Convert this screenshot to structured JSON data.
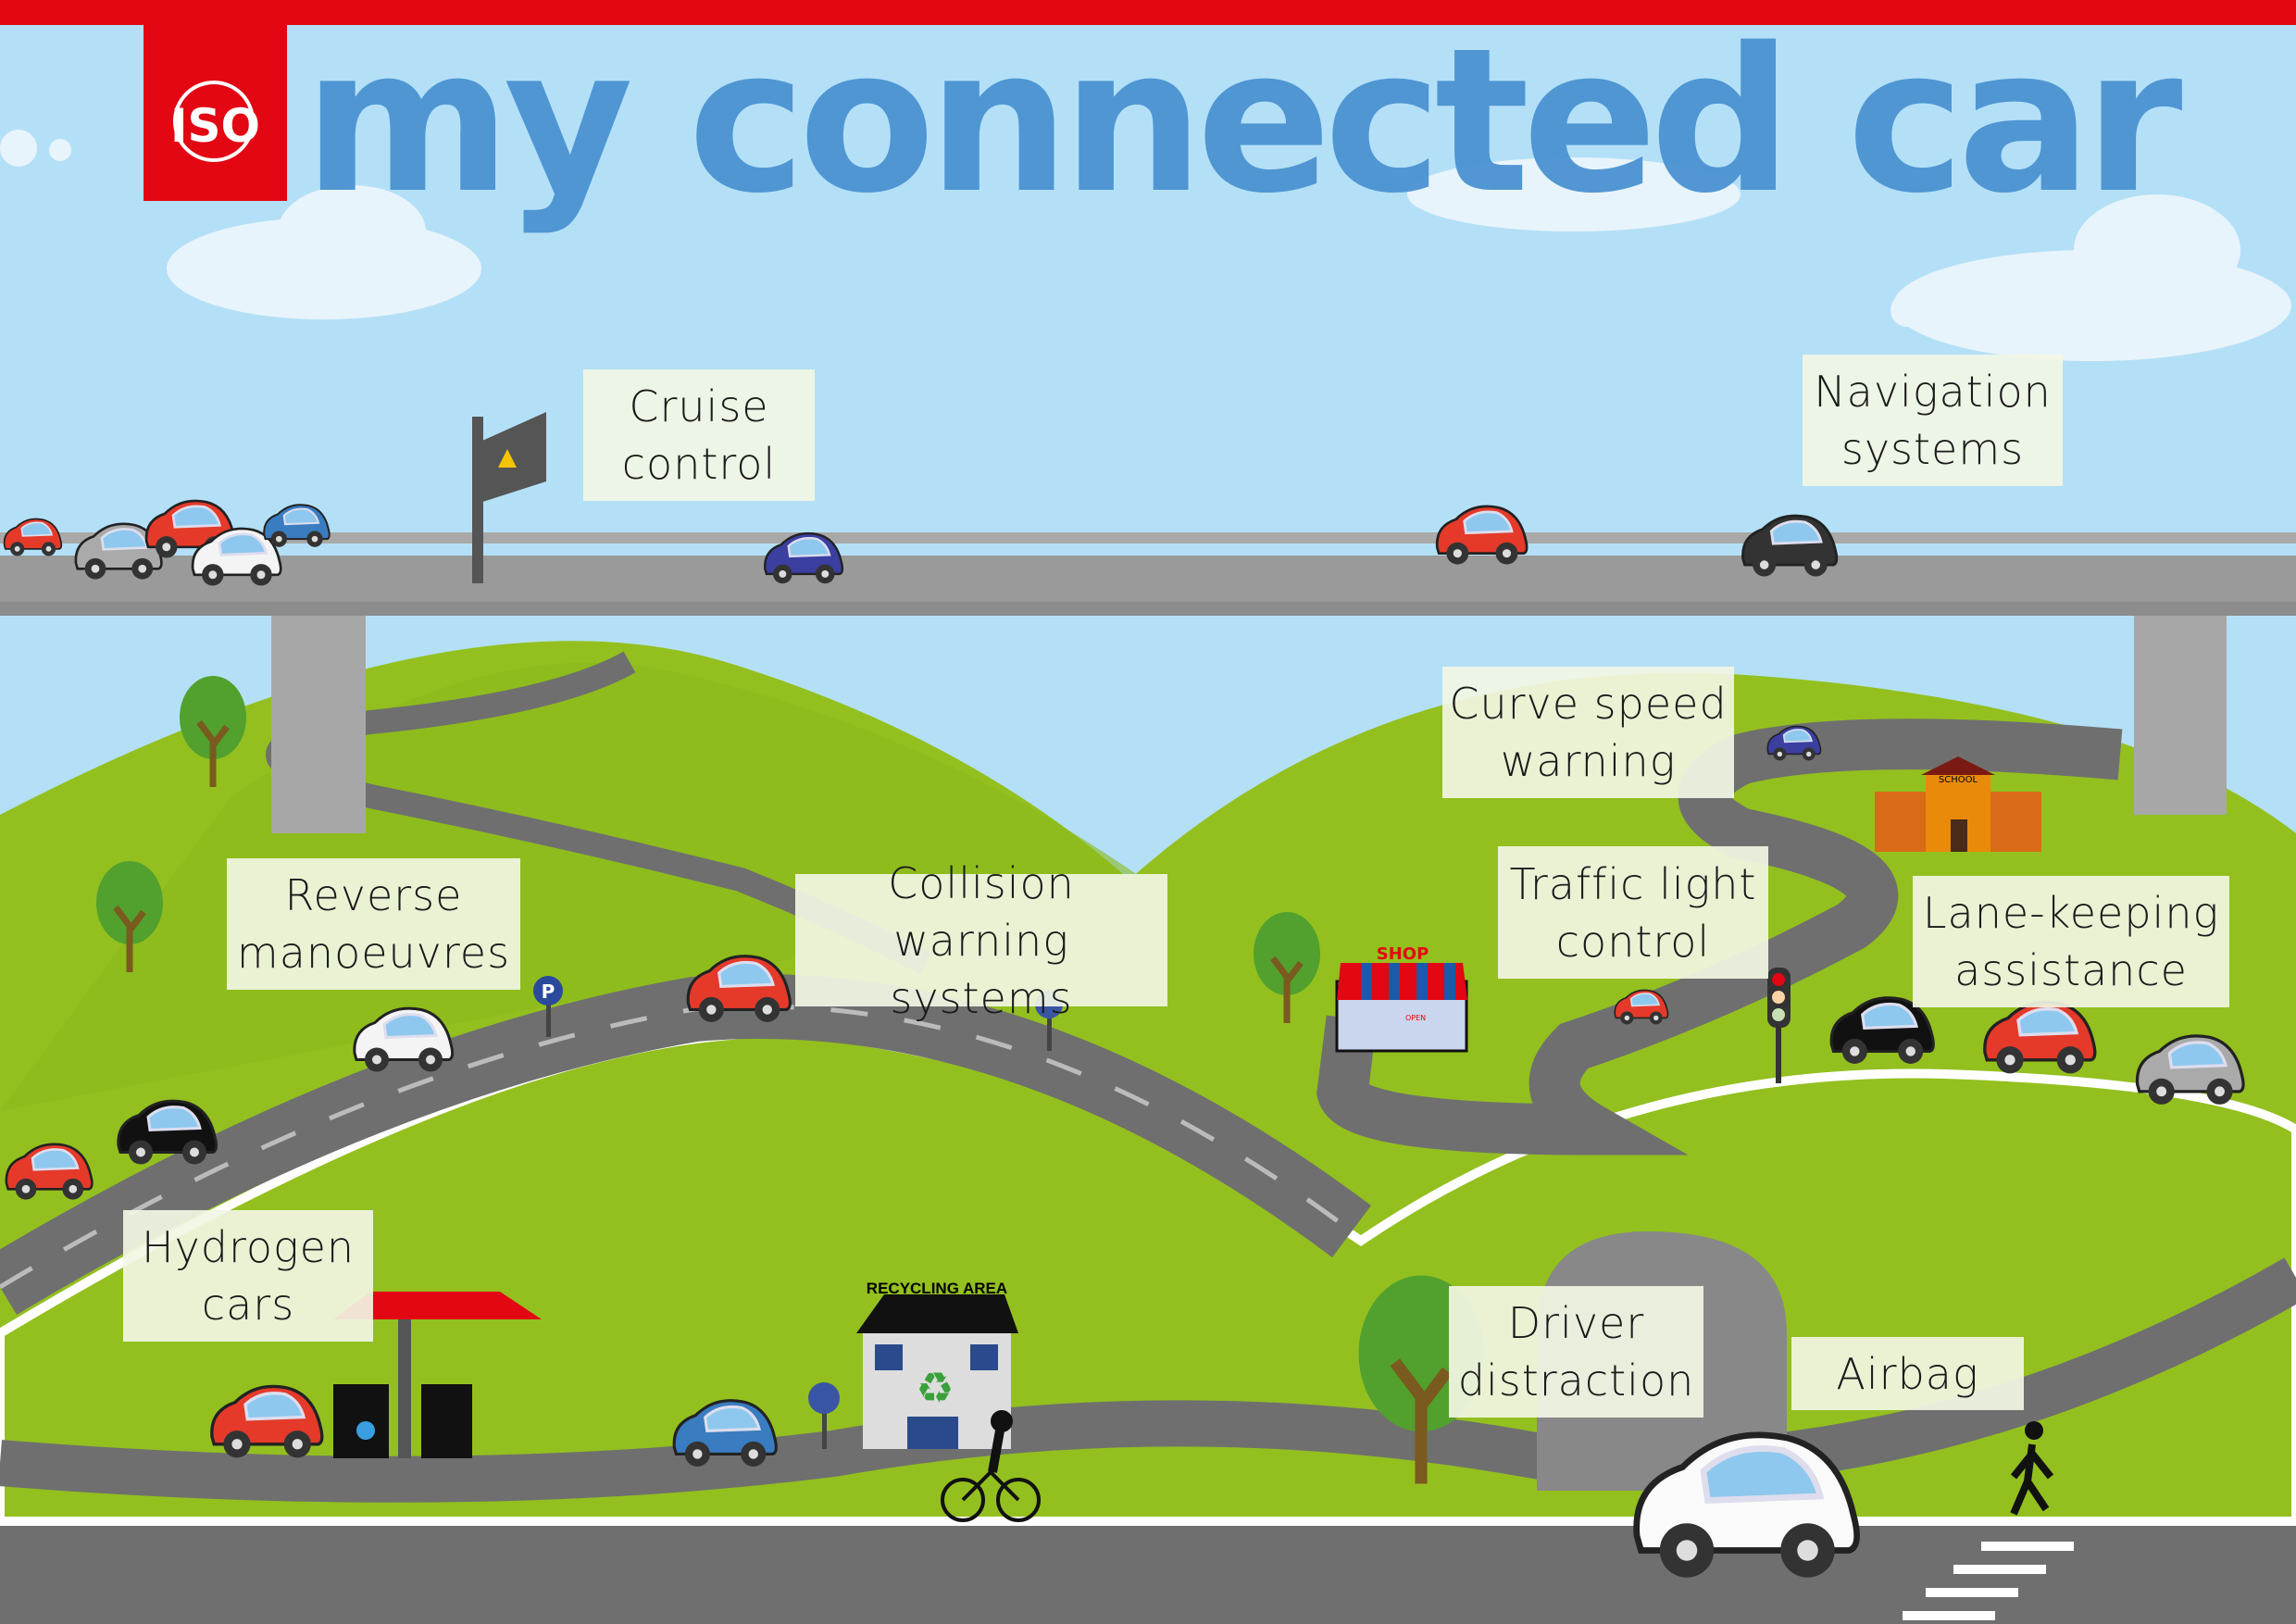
{
  "header": {
    "logo_text": "ISO",
    "title": "my connected car"
  },
  "labels": {
    "cruise_control": [
      "Cruise",
      "control"
    ],
    "navigation_systems": [
      "Navigation",
      "systems"
    ],
    "curve_speed_warning": [
      "Curve speed",
      "warning"
    ],
    "traffic_light_control": [
      "Traffic light",
      "control"
    ],
    "reverse_manoeuvres": [
      "Reverse",
      "manoeuvres"
    ],
    "collision_warning_systems": [
      "Collision",
      "warning systems"
    ],
    "lane_keeping_assistance": [
      "Lane-keeping",
      "assistance"
    ],
    "hydrogen_cars": [
      "Hydrogen",
      "cars"
    ],
    "driver_distraction": [
      "Driver",
      "distraction"
    ],
    "airbag": [
      "Airbag"
    ]
  },
  "signs": {
    "shop": "SHOP",
    "open": "OPEN",
    "school": "SCHOOL",
    "recycling": "RECYCLING AREA",
    "parking": "P"
  },
  "colors": {
    "brand_red": "#e30613",
    "title_blue": "#4a93d2",
    "sky": "#b4e0f7",
    "grass": "#93c01f",
    "road": "#6f6f6f"
  }
}
